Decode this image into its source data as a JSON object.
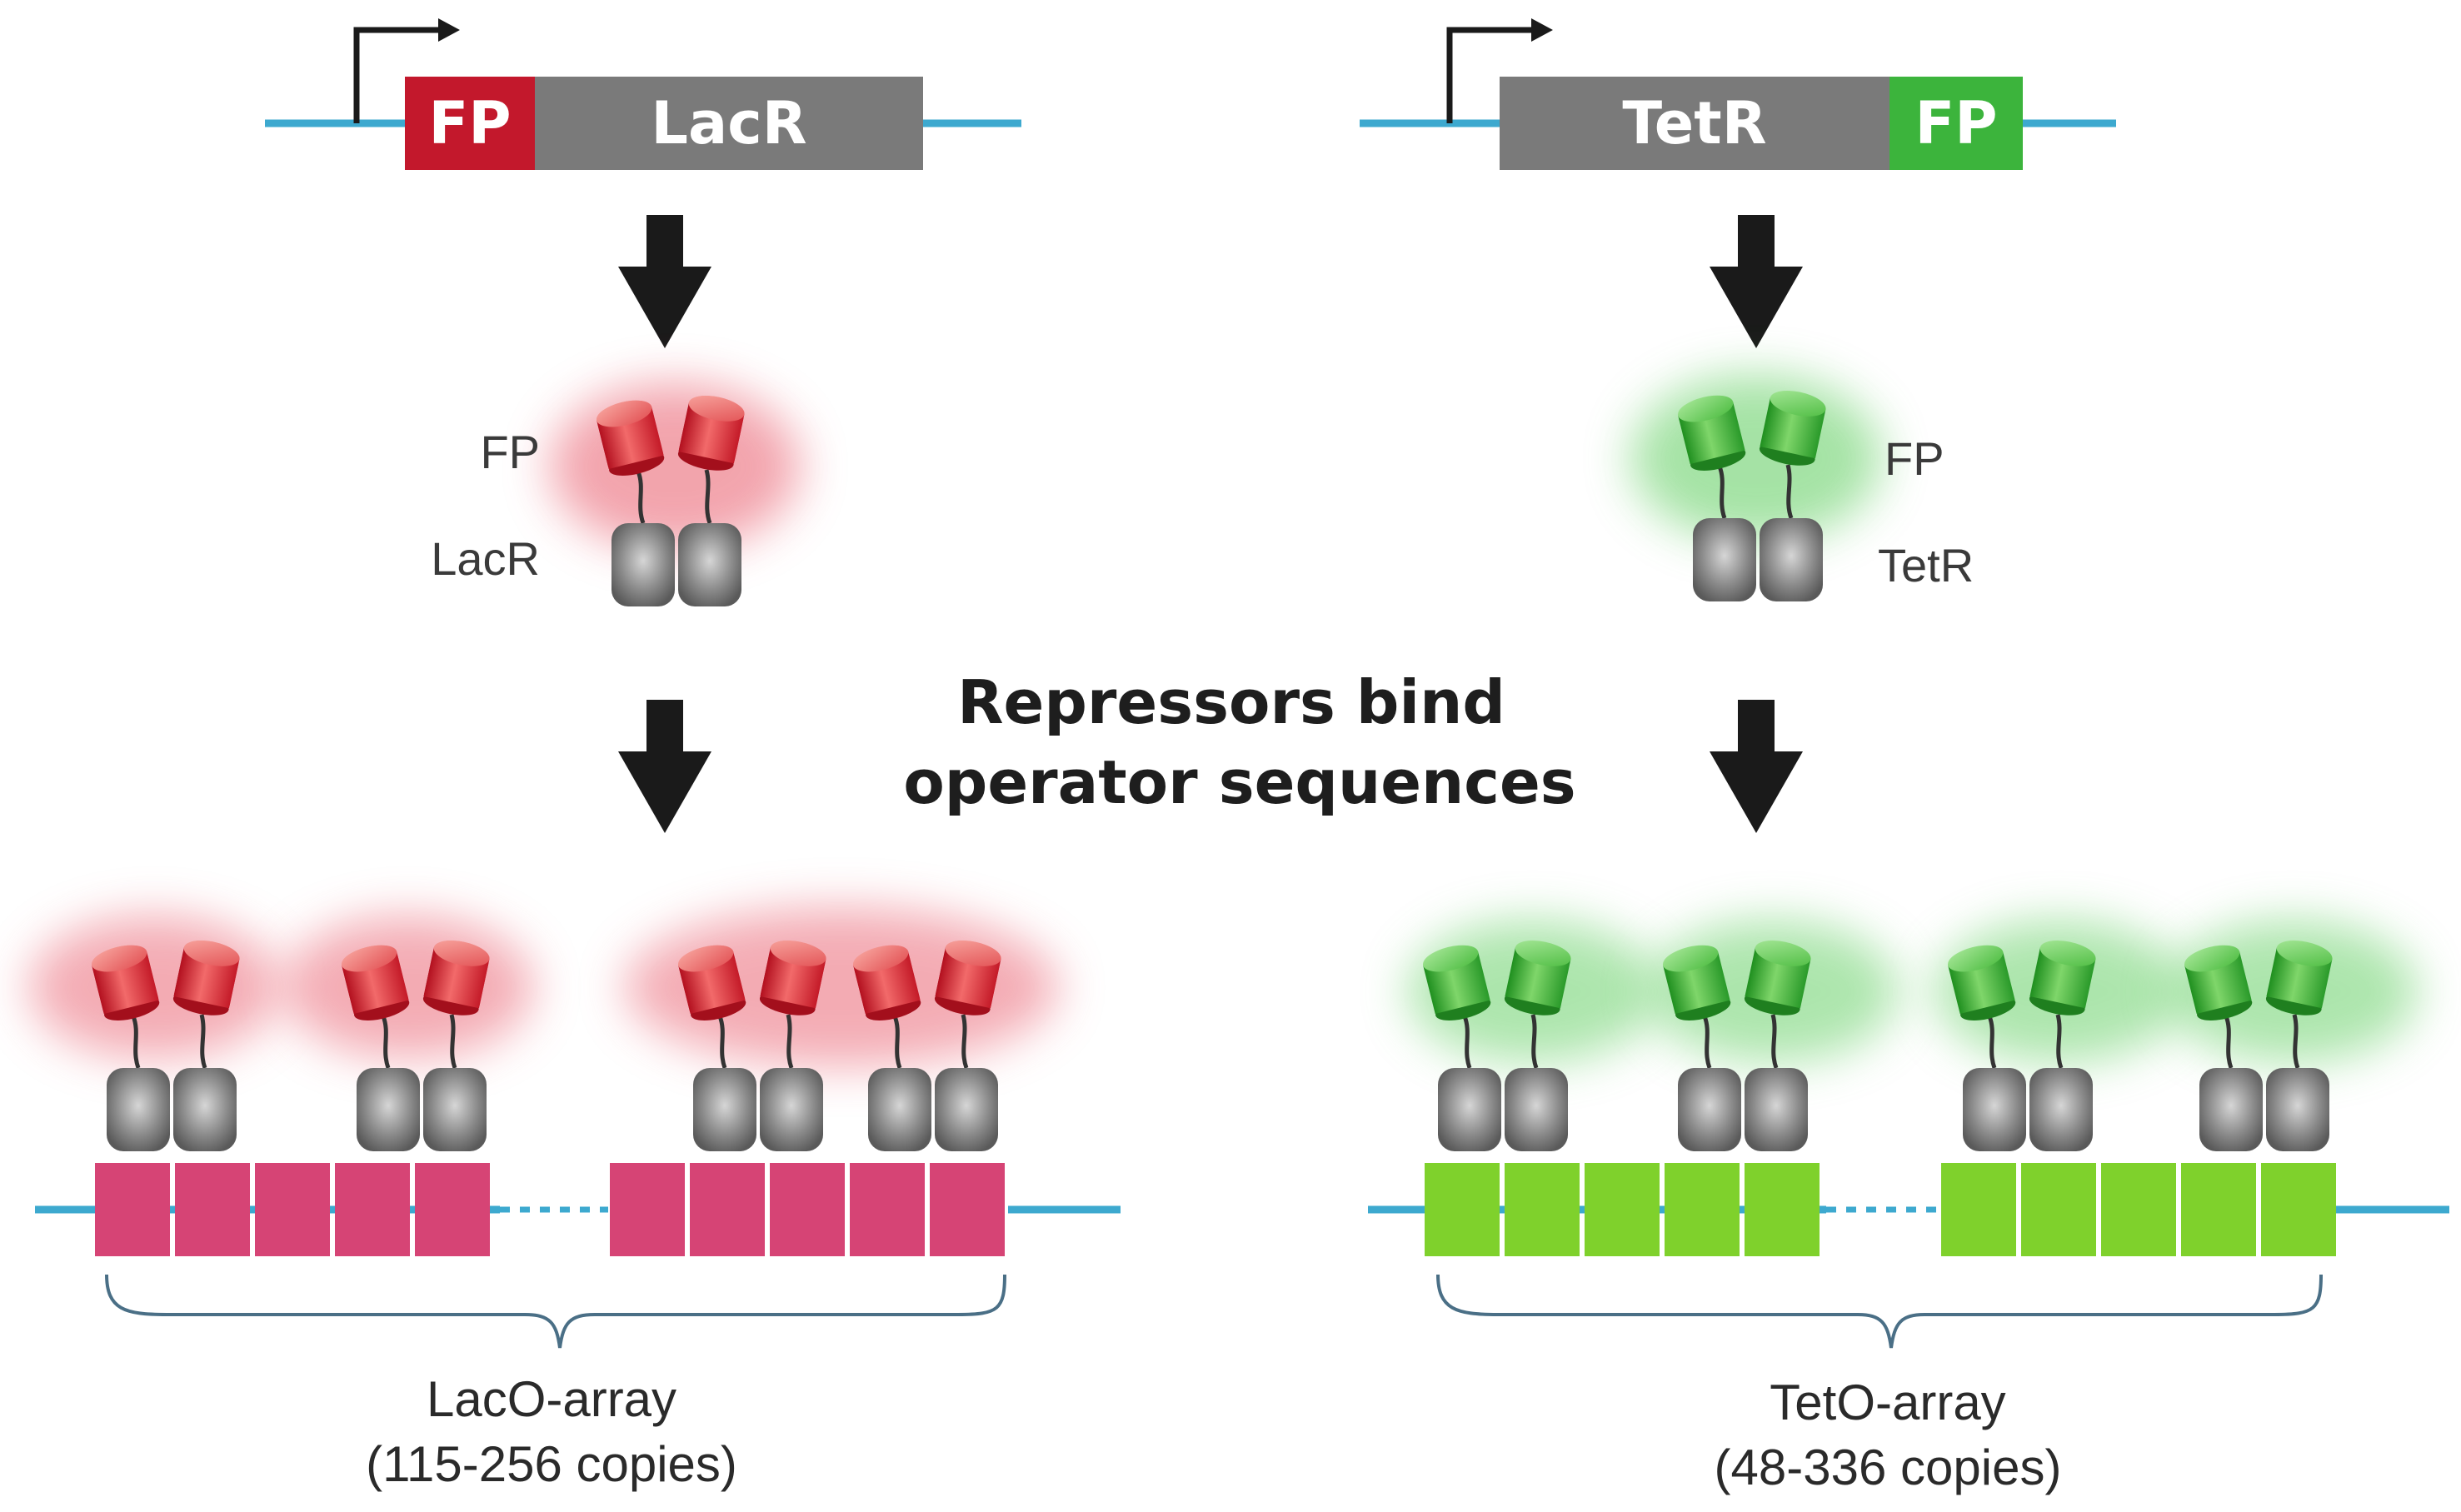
{
  "left_construct": {
    "fp_label": "FP",
    "gene_label": "LacR"
  },
  "right_construct": {
    "gene_label": "TetR",
    "fp_label": "FP"
  },
  "left_protein": {
    "fp_label": "FP",
    "repressor_label": "LacR"
  },
  "right_protein": {
    "fp_label": "FP",
    "repressor_label": "TetR"
  },
  "center_caption": {
    "line1": "Repressors bind",
    "line2": "operator sequences"
  },
  "left_array": {
    "name": "LacO-array",
    "copies": "(115-256 copies)"
  },
  "right_array": {
    "name": "TetO-array",
    "copies": "(48-336 copies)"
  },
  "colors": {
    "dna_line": "#3da9cf",
    "gene_gray": "#7a7a7a",
    "red_fp": "#c3182c",
    "green_fp": "#3cb43c",
    "laco_box": "#d64475",
    "teto_box": "#7fd12c",
    "arrow": "#1a1a1a"
  }
}
